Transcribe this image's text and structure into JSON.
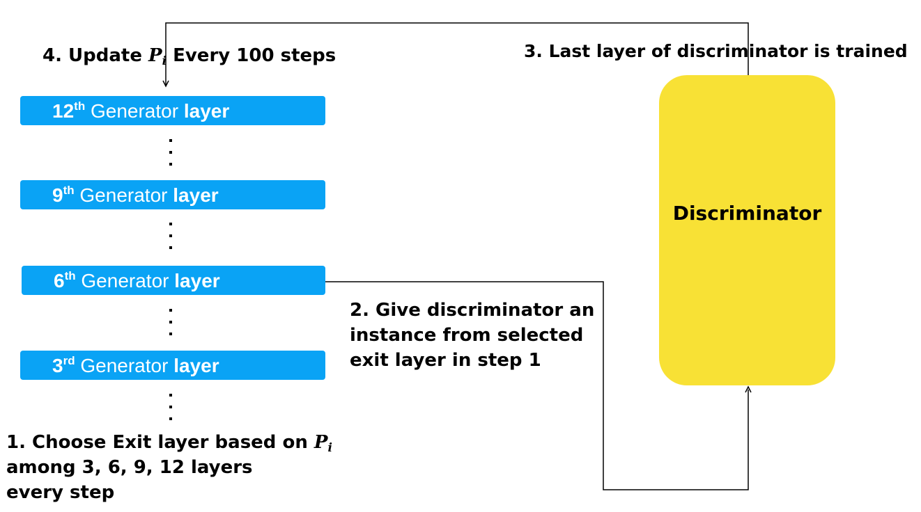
{
  "layers": [
    {
      "num": "12",
      "sup": "th",
      "word1": "Generator",
      "word2": "layer"
    },
    {
      "num": "9",
      "sup": "th",
      "word1": "Generator",
      "word2": "layer"
    },
    {
      "num": "6",
      "sup": "th",
      "word1": "Generator",
      "word2": "layer"
    },
    {
      "num": "3",
      "sup": "rd",
      "word1": "Generator",
      "word2": "layer"
    }
  ],
  "discriminator": {
    "label": "Discriminator",
    "color": "#f8e135"
  },
  "layer_color": "#0aa3f5",
  "steps": {
    "step1": {
      "line1_pre": "1.  Choose Exit layer based on ",
      "line1_var": "P",
      "line1_sub": "i",
      "line2": "among 3, 6, 9, 12 layers",
      "line3": "every step"
    },
    "step2": {
      "line1": "2. Give discriminator an",
      "line2": "instance from selected",
      "line3": "exit layer in step 1"
    },
    "step3": {
      "text": "3. Last layer of discriminator is trained"
    },
    "step4": {
      "pre": "4. Update ",
      "var": "P",
      "sub": "i",
      "post": " Every 100 steps"
    }
  }
}
